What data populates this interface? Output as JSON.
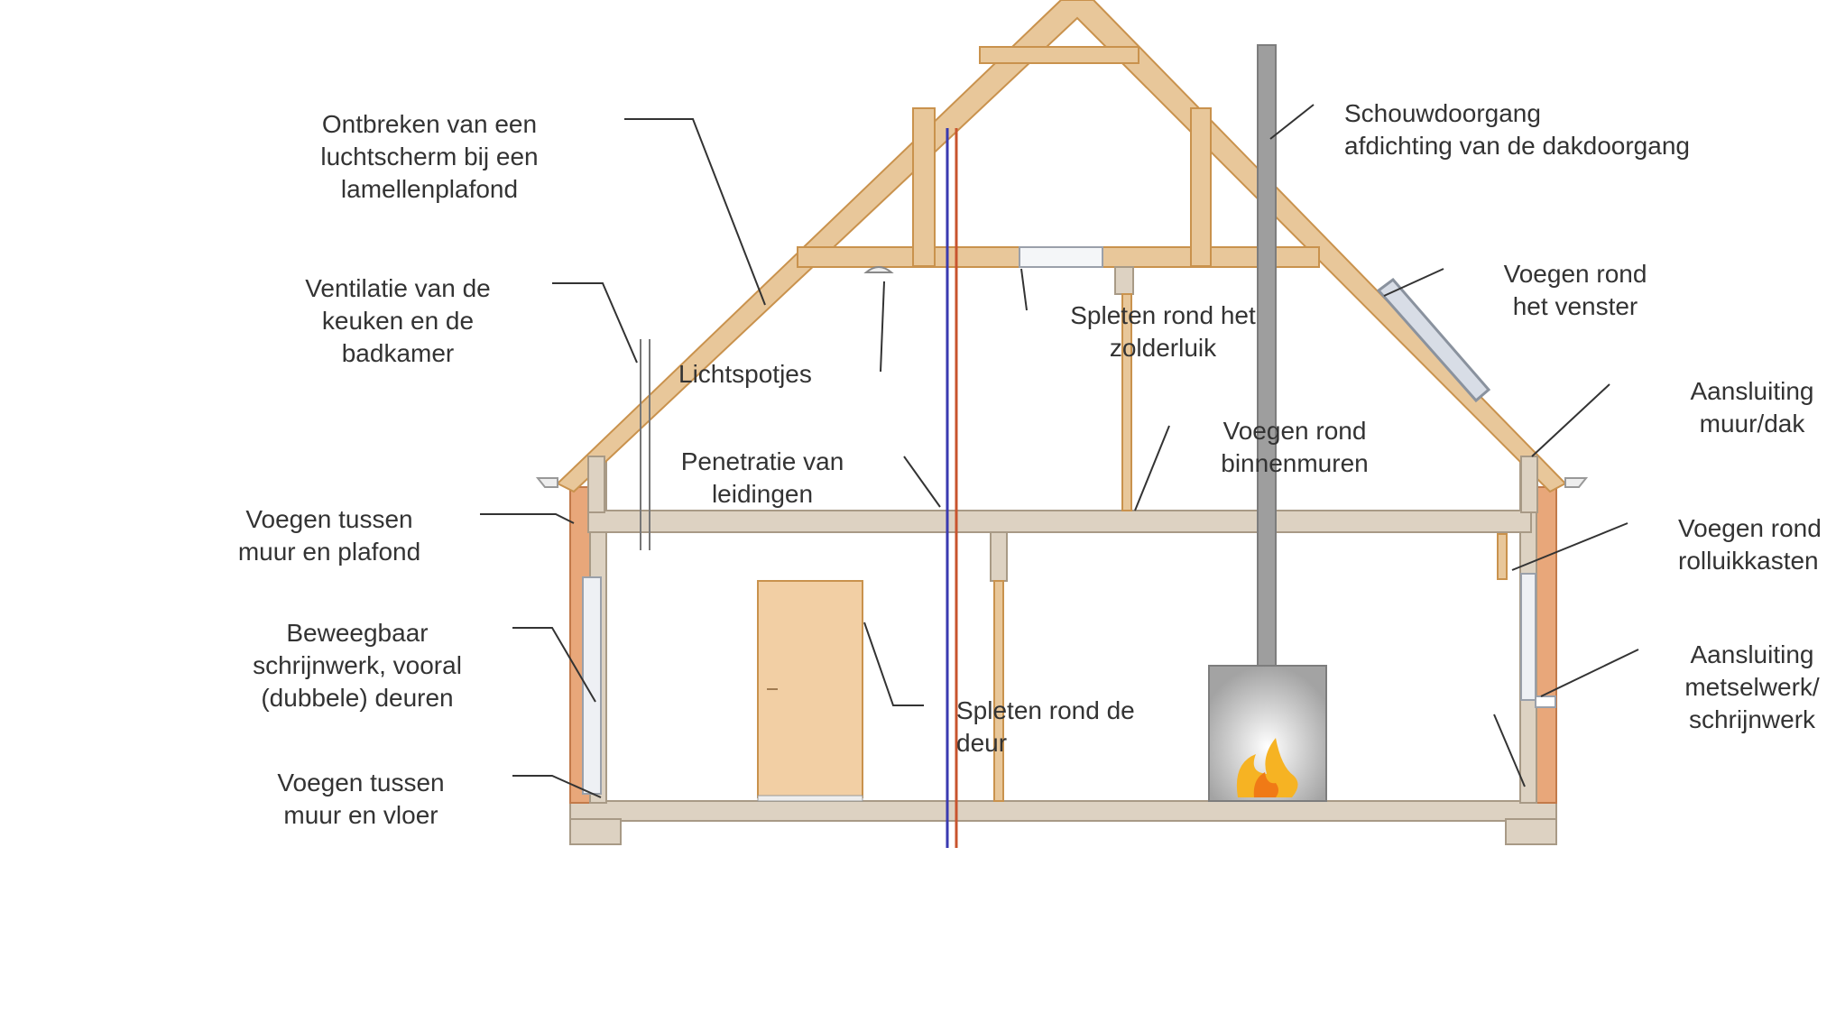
{
  "colors": {
    "wood_light": "#e8c79a",
    "wood_edge": "#c9924d",
    "brick": "#e8a77a",
    "brick_edge": "#c27a4a",
    "concrete": "#ddd2c2",
    "concrete_edge": "#a89a86",
    "chimney": "#9e9e9e",
    "stove": "#a3a3a3",
    "door": "#f2cfa4",
    "pipe_blue": "#3a3ab0",
    "pipe_red": "#c8542e",
    "leader": "#333333",
    "text": "#333333",
    "window_glass": "#d8dde6"
  },
  "labels": {
    "luchtscherm": [
      "Ontbreken van een",
      "luchtscherm bij een",
      "lamellenplafond"
    ],
    "ventilatie": [
      "Ventilatie van de",
      "keuken en de",
      "badkamer"
    ],
    "lichtspotjes": [
      "Lichtspotjes"
    ],
    "penetratie": [
      "Penetratie van",
      "leidingen"
    ],
    "voegen_muur_plafond": [
      "Voegen tussen",
      "muur en plafond"
    ],
    "beweegbaar": [
      "Beweegbaar",
      "schrijnwerk, vooral",
      "(dubbele) deuren"
    ],
    "voegen_muur_vloer": [
      "Voegen tussen",
      "muur en vloer"
    ],
    "schouwdoorgang": [
      "Schouwdoorgang",
      "afdichting van de dakdoorgang"
    ],
    "zolderluik": [
      "Spleten rond het",
      "zolderluik"
    ],
    "venster": [
      "Voegen rond",
      "het venster"
    ],
    "aansluiting_muur_dak": [
      "Aansluiting",
      "muur/dak"
    ],
    "binnenmuren": [
      "Voegen rond",
      "binnenmuren"
    ],
    "rolluikkasten": [
      "Voegen rond",
      "rolluikkasten"
    ],
    "aansluiting_metselwerk": [
      "Aansluiting",
      "metselwerk/",
      "schrijnwerk"
    ],
    "deur": [
      "Spleten rond de",
      "deur"
    ]
  }
}
